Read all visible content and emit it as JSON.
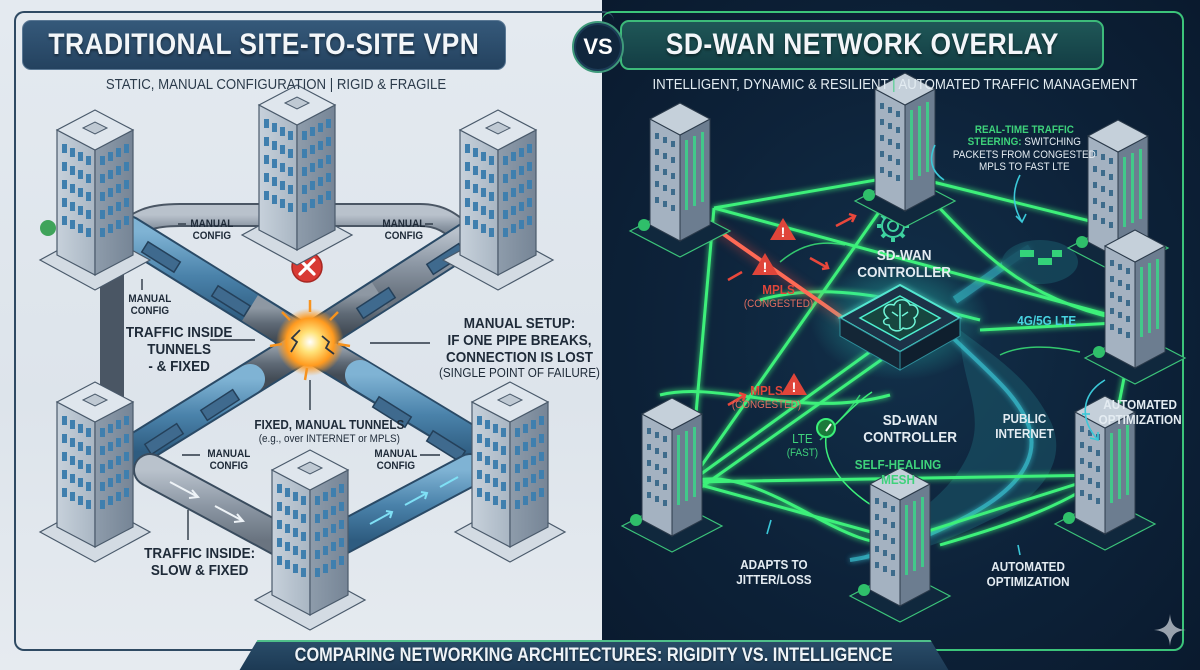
{
  "vs_label": "VS",
  "left": {
    "title": "TRADITIONAL SITE-TO-SITE VPN",
    "subtitle_part1": "STATIC, MANUAL CONFIGURATION",
    "subtitle_sep": "|",
    "subtitle_part2": "RIGID & FRAGILE",
    "labels": {
      "manual_config_1": [
        "MANUAL",
        "CONFIG"
      ],
      "manual_config_2": [
        "MANUAL",
        "CONFIG"
      ],
      "manual_config_3": [
        "MANUAL",
        "CONFIG"
      ],
      "manual_config_4": [
        "MANUAL",
        "CONFIG"
      ],
      "manual_config_5": [
        "MANUAL",
        "CONFIG"
      ],
      "traffic_tunnels": [
        "TRAFFIC INSIDE",
        "TUNNELS",
        "- & FIXED"
      ],
      "manual_setup": [
        "MANUAL SETUP:",
        "IF ONE PIPE BREAKS,",
        "CONNECTION IS LOST"
      ],
      "manual_setup_note": "(SINGLE POINT OF FAILURE)",
      "fixed_tunnels": "FIXED, MANUAL TUNNELS",
      "fixed_tunnels_note": "(e.g., over INTERNET or MPLS)",
      "traffic_slow": [
        "TRAFFIC INSIDE:",
        "SLOW & FIXED"
      ]
    },
    "status_icon": "error-x-icon",
    "colors": {
      "pipe_blue": "#4b86ad",
      "pipe_gray": "#8a96a3",
      "error_red": "#d93a34",
      "title_bg": "#2b4d6c"
    }
  },
  "right": {
    "title": "SD-WAN NETWORK OVERLAY",
    "subtitle_part1": "INTELLIGENT, DYNAMIC & RESILIENT",
    "subtitle_sep": "|",
    "subtitle_part2": "AUTOMATED TRAFFIC MANAGEMENT",
    "labels": {
      "steering_highlight": "REAL-TIME TRAFFIC",
      "steering_highlight2": "STEERING:",
      "steering_rest1": "SWITCHING",
      "steering_rest2": "PACKETS FROM CONGESTED",
      "steering_rest3": "MPLS TO FAST LTE",
      "controller_top": [
        "SD-WAN",
        "CONTROLLER"
      ],
      "controller_bottom": [
        "SD-WAN",
        "CONTROLLER"
      ],
      "mpls_1": "MPLS",
      "mpls_1_note": "(CONGESTED)",
      "mpls_2": "MPLS",
      "mpls_2_note": "(CONGESTED)",
      "lte_5g": "4G/5G LTE",
      "public_internet": [
        "PUBLIC",
        "INTERNET"
      ],
      "auto_opt_1": [
        "AUTOMATED",
        "OPTIMIZATION"
      ],
      "auto_opt_2": [
        "AUTOMATED",
        "OPTIMIZATION"
      ],
      "lte_fast": "LTE",
      "lte_fast_note": "(FAST)",
      "self_healing": [
        "SELF-HEALING",
        "MESH"
      ],
      "adapts": [
        "ADAPTS TO",
        "JITTER/LOSS"
      ]
    },
    "colors": {
      "mesh_green": "#3cf07a",
      "congested_red": "#e8473b",
      "internet_cyan": "#3bc8d8",
      "title_bg": "#184a4e"
    }
  },
  "footer": {
    "text": "COMPARING NETWORKING ARCHITECTURES: RIGIDITY VS. INTELLIGENCE"
  }
}
